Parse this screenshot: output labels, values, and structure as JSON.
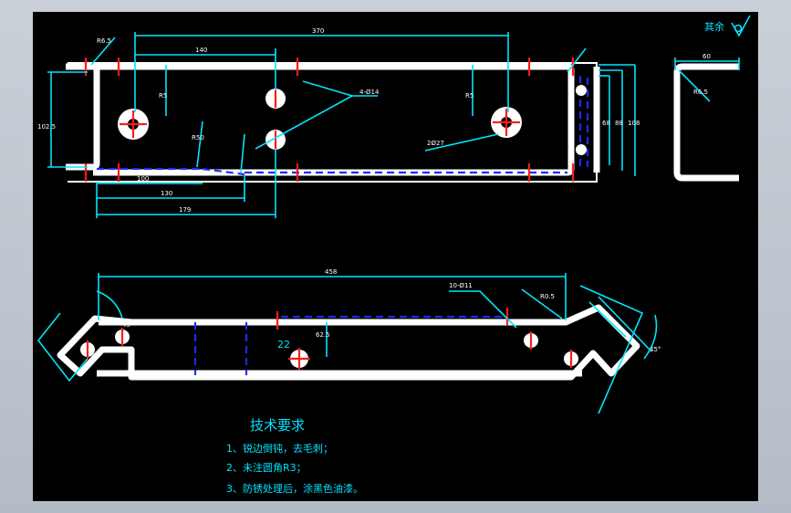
{
  "drawing": {
    "roughness_label": "其余",
    "dimensions": {
      "top_overall": "370",
      "top_left": "140",
      "holes": "4-Ø14",
      "slot": "2Ø27",
      "height": "102.5",
      "r5_left": "R5",
      "r50": "R50",
      "r5_right": "R5",
      "d100": "100",
      "d130": "130",
      "d179": "179",
      "side_width": "60",
      "side_r": "R6.5",
      "v1": "68",
      "v2": "88",
      "v3": "108",
      "bottom_overall": "458",
      "bottom_hole": "10-Ø11",
      "bottom_22": "22",
      "bottom_r": "R0.5",
      "angle": "45°",
      "d62": "62.5"
    },
    "notes_title": "技术要求",
    "notes": [
      "1、锐边倒钝，去毛刺；",
      "2、未注圆角R3；",
      "3、防锈处理后，涂黑色油漆。"
    ]
  }
}
